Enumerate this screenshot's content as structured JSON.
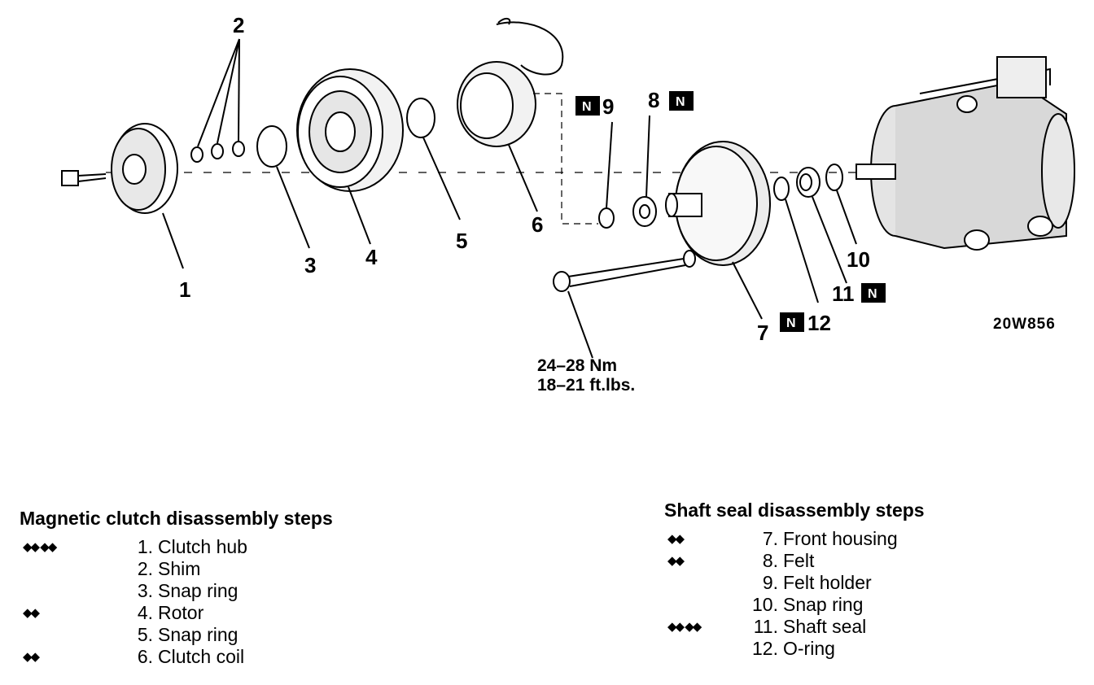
{
  "diagram": {
    "figure_id": "20W856",
    "callouts": {
      "c1": "1",
      "c2": "2",
      "c3": "3",
      "c4": "4",
      "c5": "5",
      "c6": "6",
      "c7": "7",
      "c8": "8",
      "c9": "9",
      "c10": "10",
      "c11": "11",
      "c12": "12"
    },
    "new_part_mark": "N",
    "torque": {
      "nm": "24–28  Nm",
      "ftlbs": "18–21  ft.lbs."
    }
  },
  "clutch_steps": {
    "title": "Magnetic clutch disassembly steps",
    "items": [
      {
        "marks": "◆◆ ◆◆",
        "num": "1.",
        "label": "Clutch hub"
      },
      {
        "marks": "",
        "num": "2.",
        "label": "Shim"
      },
      {
        "marks": "",
        "num": "3.",
        "label": "Snap ring"
      },
      {
        "marks": "◆◆",
        "num": "4.",
        "label": "Rotor"
      },
      {
        "marks": "",
        "num": "5.",
        "label": "Snap ring"
      },
      {
        "marks": "◆◆",
        "num": "6.",
        "label": "Clutch coil"
      }
    ]
  },
  "seal_steps": {
    "title": "Shaft seal disassembly steps",
    "items": [
      {
        "marks": "◆◆",
        "num": "7.",
        "label": "Front housing"
      },
      {
        "marks": "◆◆",
        "num": "8.",
        "label": "Felt"
      },
      {
        "marks": "",
        "num": "9.",
        "label": "Felt holder"
      },
      {
        "marks": "",
        "num": "10.",
        "label": "Snap ring"
      },
      {
        "marks": "◆◆ ◆◆",
        "num": "11.",
        "label": "Shaft seal"
      },
      {
        "marks": "",
        "num": "12.",
        "label": "O-ring"
      }
    ]
  }
}
